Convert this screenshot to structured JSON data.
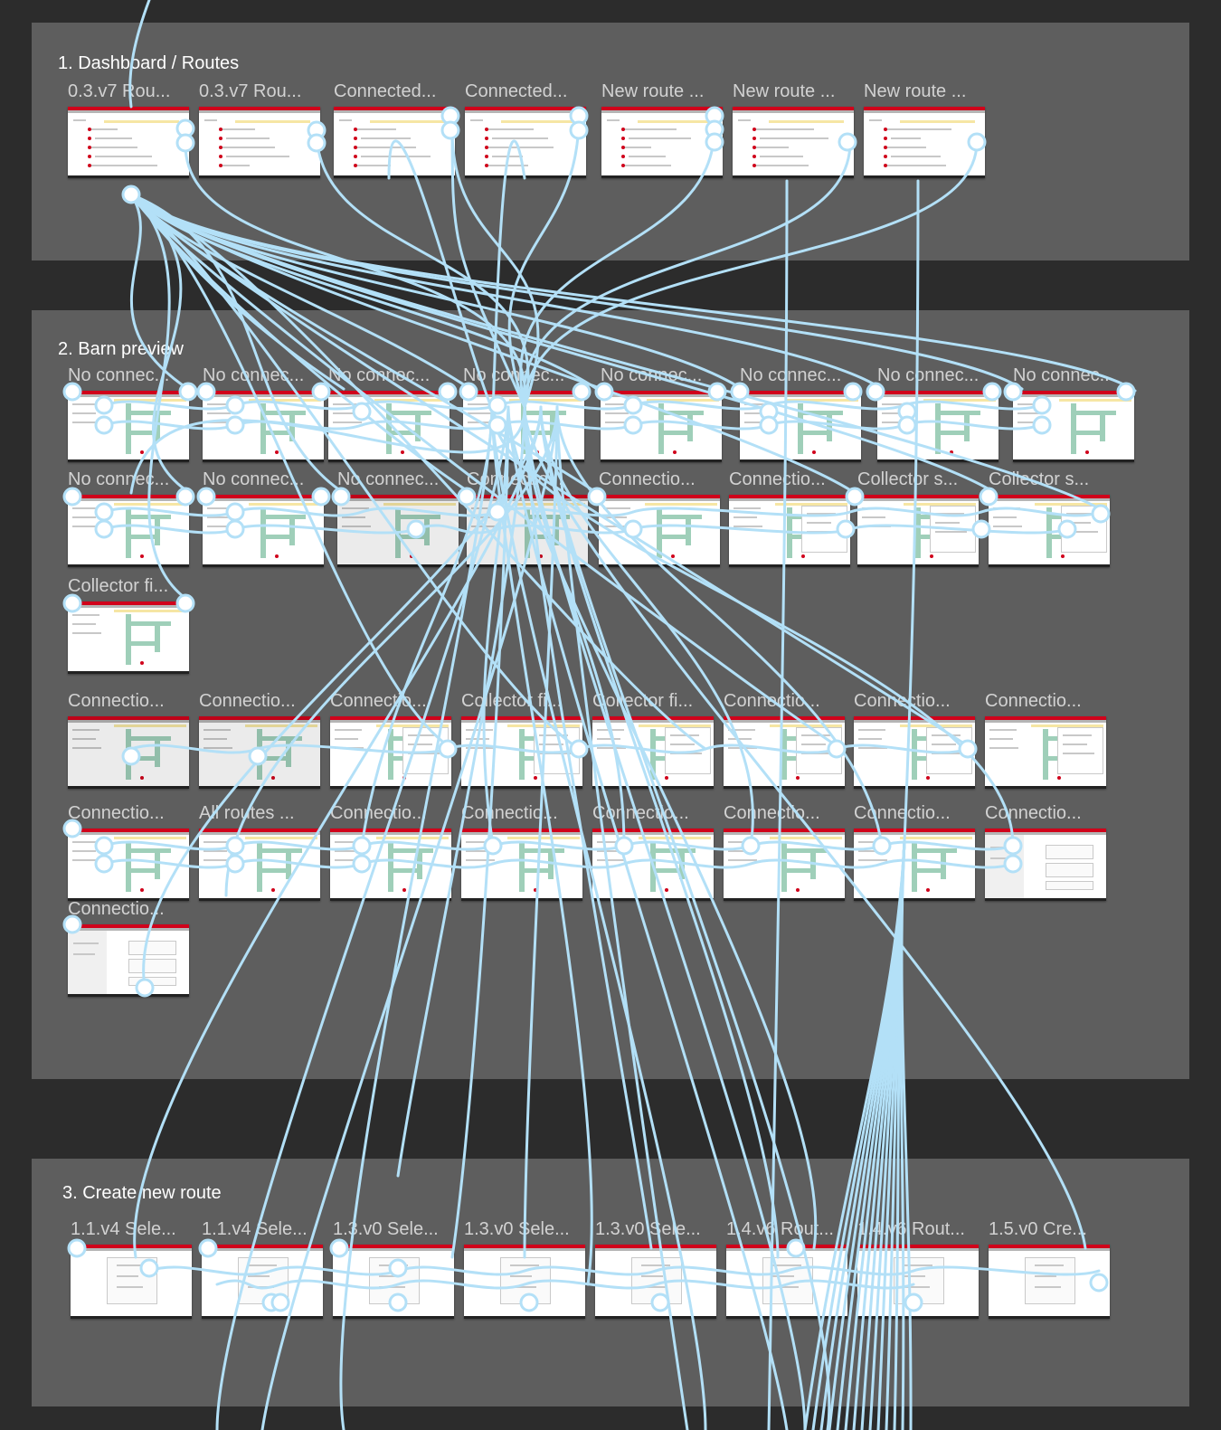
{
  "sections": [
    {
      "title": "1. Dashboard / Routes",
      "frames": [
        {
          "label": "0.3.v7 Rou...",
          "variant": "dashboard"
        },
        {
          "label": "0.3.v7 Rou...",
          "variant": "dashboard"
        },
        {
          "label": "Connected...",
          "variant": "dashboard"
        },
        {
          "label": "Connected...",
          "variant": "dashboard"
        },
        {
          "label": "New route ...",
          "variant": "dashboard"
        },
        {
          "label": "New route ...",
          "variant": "dashboard"
        },
        {
          "label": "New route ...",
          "variant": "dashboard"
        }
      ]
    },
    {
      "title": "2. Barn preview",
      "frames": [
        {
          "label": "No connec...",
          "variant": "barn"
        },
        {
          "label": "No connec...",
          "variant": "barn"
        },
        {
          "label": "No connec...",
          "variant": "barn"
        },
        {
          "label": "No connec...",
          "variant": "barn"
        },
        {
          "label": "No connec...",
          "variant": "barn"
        },
        {
          "label": "No connec...",
          "variant": "barn"
        },
        {
          "label": "No connec...",
          "variant": "barn"
        },
        {
          "label": "No connec...",
          "variant": "barn"
        },
        {
          "label": "No connec...",
          "variant": "barn"
        },
        {
          "label": "No connec...",
          "variant": "barn"
        },
        {
          "label": "No connec...",
          "variant": "barn-grey"
        },
        {
          "label": "Connectio...",
          "variant": "barn-grey"
        },
        {
          "label": "Connectio...",
          "variant": "barn"
        },
        {
          "label": "Connectio...",
          "variant": "barn-panel"
        },
        {
          "label": "Collector s...",
          "variant": "barn-panel"
        },
        {
          "label": "Collector s...",
          "variant": "barn-panel"
        },
        {
          "label": "Collector fi...",
          "variant": "barn"
        },
        {
          "label": "Connectio...",
          "variant": "barn-grey"
        },
        {
          "label": "Connectio...",
          "variant": "barn-grey"
        },
        {
          "label": "Connectio...",
          "variant": "barn-panel"
        },
        {
          "label": "Collector fi...",
          "variant": "barn-panel"
        },
        {
          "label": "Collector fi...",
          "variant": "barn-panel"
        },
        {
          "label": "Connectio...",
          "variant": "barn-panel"
        },
        {
          "label": "Connectio...",
          "variant": "barn-panel"
        },
        {
          "label": "Connectio...",
          "variant": "barn-panel"
        },
        {
          "label": "Connectio...",
          "variant": "barn"
        },
        {
          "label": "All routes ...",
          "variant": "barn"
        },
        {
          "label": "Connectio...",
          "variant": "barn"
        },
        {
          "label": "Connectio...",
          "variant": "barn"
        },
        {
          "label": "Connectio...",
          "variant": "barn"
        },
        {
          "label": "Connectio...",
          "variant": "barn"
        },
        {
          "label": "Connectio...",
          "variant": "barn"
        },
        {
          "label": "Connectio...",
          "variant": "form"
        },
        {
          "label": "Connectio...",
          "variant": "form"
        }
      ]
    },
    {
      "title": "3. Create new route",
      "frames": [
        {
          "label": "1.1.v4 Sele...",
          "variant": "create"
        },
        {
          "label": "1.1.v4 Sele...",
          "variant": "create"
        },
        {
          "label": "1.3.v0 Sele...",
          "variant": "create"
        },
        {
          "label": "1.3.v0 Sele...",
          "variant": "create"
        },
        {
          "label": "1.3.v0 Sele...",
          "variant": "create"
        },
        {
          "label": "1.4.v6 Rout...",
          "variant": "create"
        },
        {
          "label": "1.4.v6 Rout...",
          "variant": "create"
        },
        {
          "label": "1.5.v0 Cre...",
          "variant": "create"
        }
      ]
    }
  ],
  "colors": {
    "canvas": "#2c2c2c",
    "section": "#5e5e5e",
    "connector": "#b3e0f7",
    "accent": "#d0021b"
  }
}
